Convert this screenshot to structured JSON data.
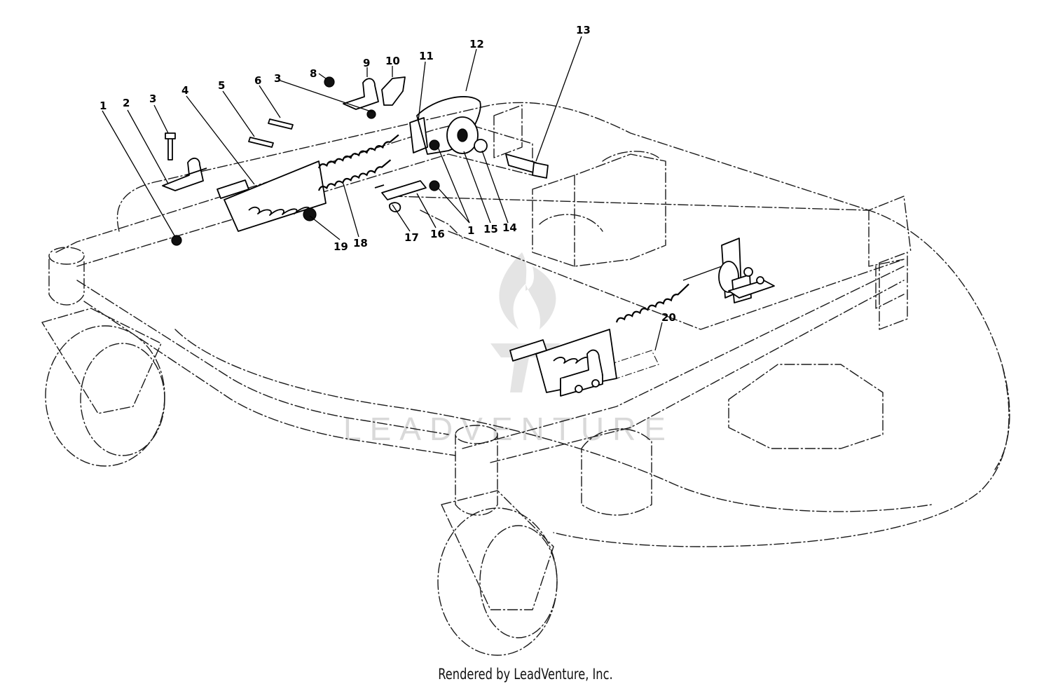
{
  "callouts": [
    {
      "label": "1"
    },
    {
      "label": "2"
    },
    {
      "label": "3"
    },
    {
      "label": "4"
    },
    {
      "label": "5"
    },
    {
      "label": "6"
    },
    {
      "label": "3"
    },
    {
      "label": "8"
    },
    {
      "label": "9"
    },
    {
      "label": "10"
    },
    {
      "label": "11"
    },
    {
      "label": "12"
    },
    {
      "label": "13"
    },
    {
      "label": "19"
    },
    {
      "label": "18"
    },
    {
      "label": "17"
    },
    {
      "label": "16"
    },
    {
      "label": "1"
    },
    {
      "label": "15"
    },
    {
      "label": "14"
    },
    {
      "label": "20"
    }
  ],
  "watermark": {
    "text": "LEADVENTURE"
  },
  "caption": "Rendered by LeadVenture, Inc."
}
